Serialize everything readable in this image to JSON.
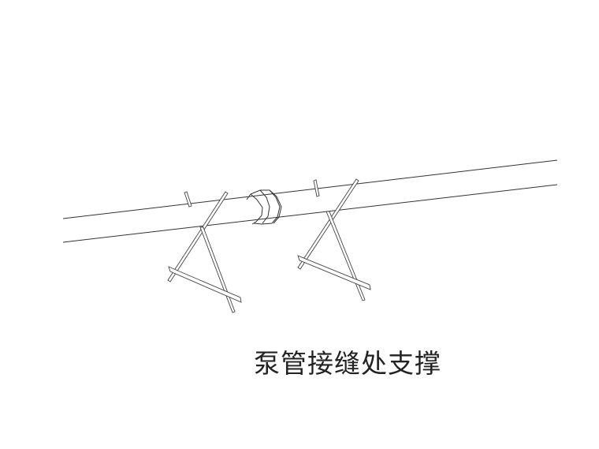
{
  "caption": "泵管接缝处支撑",
  "drawing": {
    "subject": "pump pipe joint support",
    "pipe": {
      "color": "#333333"
    },
    "supports": [
      {
        "name": "left-support"
      },
      {
        "name": "right-support"
      }
    ],
    "coupling": {
      "name": "pipe-coupling"
    }
  }
}
